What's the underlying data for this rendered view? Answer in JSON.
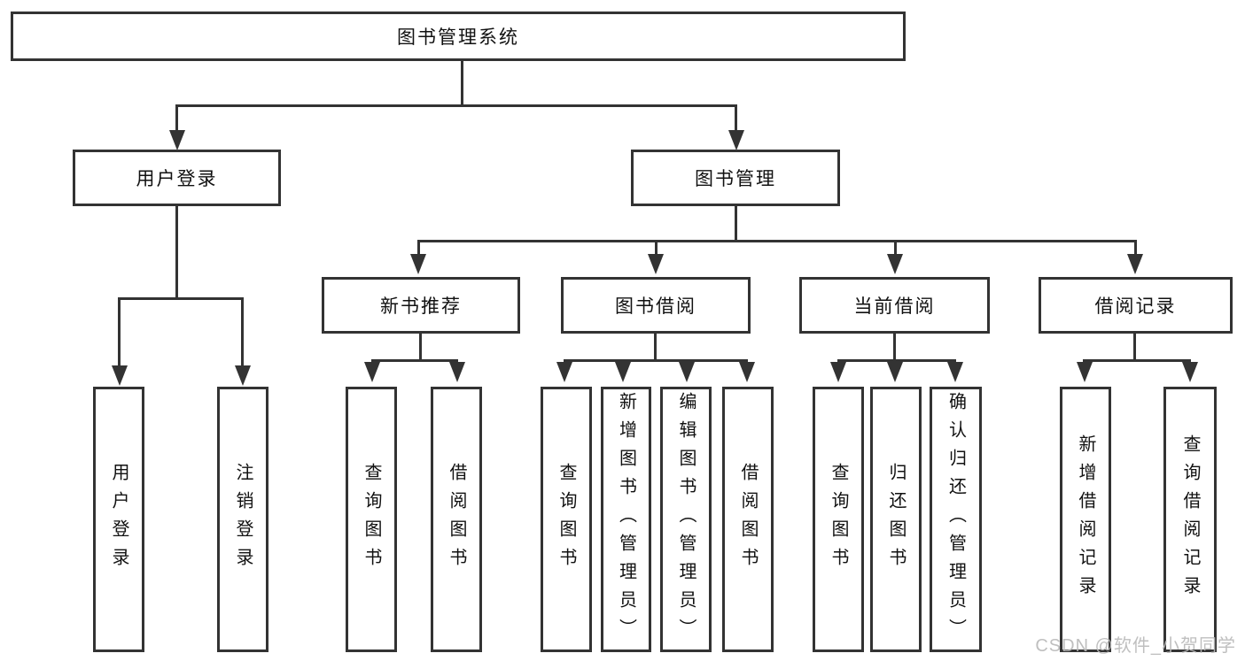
{
  "diagram": {
    "title_node": {
      "label": "图书管理系统"
    },
    "level2": [
      {
        "label": "用户登录"
      },
      {
        "label": "图书管理"
      }
    ],
    "level3": [
      {
        "label": "新书推荐"
      },
      {
        "label": "图书借阅"
      },
      {
        "label": "当前借阅"
      },
      {
        "label": "借阅记录"
      }
    ],
    "leaves": [
      {
        "label": "用户登录"
      },
      {
        "label": "注销登录"
      },
      {
        "label": "查询图书"
      },
      {
        "label": "借阅图书"
      },
      {
        "label": "查询图书"
      },
      {
        "label": "新增图书（管理员）"
      },
      {
        "label": "编辑图书（管理员）"
      },
      {
        "label": "借阅图书"
      },
      {
        "label": "查询图书"
      },
      {
        "label": "归还图书"
      },
      {
        "label": "确认归还（管理员）"
      },
      {
        "label": "新增借阅记录"
      },
      {
        "label": "查询借阅记录"
      }
    ]
  },
  "watermark": {
    "text": "CSDN @软件_小贺同学"
  },
  "colors": {
    "line": "#333333",
    "text": "#111111",
    "background": "#ffffff",
    "watermark": "#b8b8b8"
  }
}
